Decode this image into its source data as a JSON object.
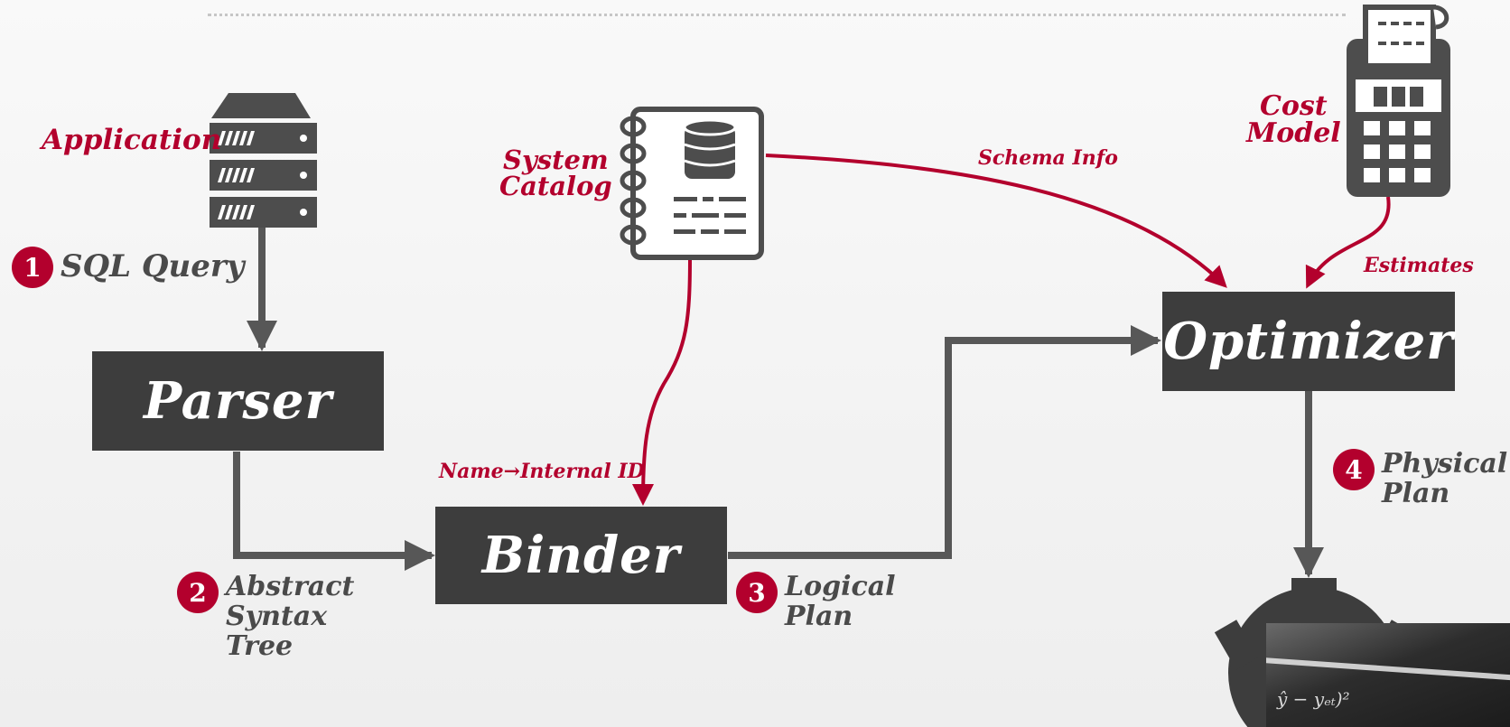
{
  "boxes": {
    "parser": "Parser",
    "binder": "Binder",
    "optimizer": "Optimizer"
  },
  "sources": {
    "application": "Application",
    "system_catalog": "System\nCatalog",
    "cost_model": "Cost\nModel"
  },
  "edge_labels": {
    "schema_info": "Schema Info",
    "name_internal_id": "Name→Internal ID",
    "estimates": "Estimates"
  },
  "steps": [
    {
      "number": "1",
      "text": "SQL Query"
    },
    {
      "number": "2",
      "text": "Abstract\nSyntax\nTree"
    },
    {
      "number": "3",
      "text": "Logical\nPlan"
    },
    {
      "number": "4",
      "text": "Physical\nPlan"
    }
  ],
  "overlay": {
    "chalk_text": "ŷ − yₑₜ)²"
  },
  "colors": {
    "accent": "#b3002d",
    "box": "#3d3d3d",
    "arrow_gray": "#575757",
    "icon_gray": "#4d4d4d"
  }
}
